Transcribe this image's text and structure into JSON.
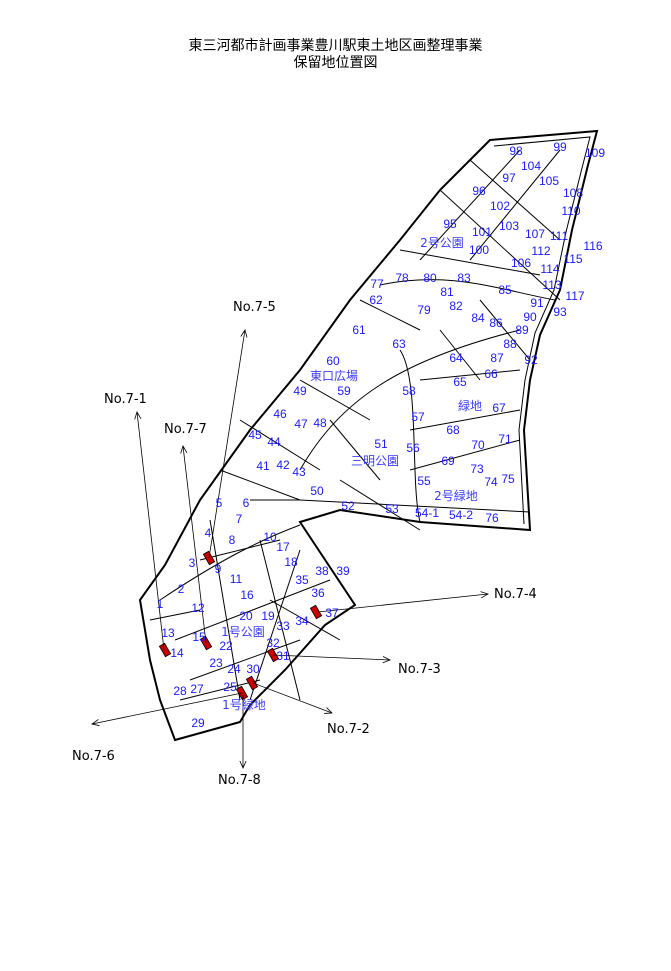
{
  "title": {
    "line1": "東三河都市計画事業豊川駅東土地区画整理事業",
    "line2": "保留地位置図"
  },
  "colors": {
    "block_label": "#1a1aff",
    "reserved_land": "#cc0000",
    "lines": "#000000"
  },
  "block_numbers": [
    "1",
    "2",
    "3",
    "4",
    "5",
    "6",
    "7",
    "8",
    "9",
    "10",
    "11",
    "12",
    "13",
    "14",
    "15",
    "16",
    "17",
    "18",
    "19",
    "20",
    "22",
    "23",
    "24",
    "25",
    "27",
    "28",
    "29",
    "30",
    "31",
    "32",
    "33",
    "34",
    "35",
    "36",
    "37",
    "38",
    "39",
    "41",
    "42",
    "43",
    "44",
    "45",
    "46",
    "47",
    "48",
    "49",
    "50",
    "51",
    "52",
    "53",
    "54-1",
    "54-2",
    "55",
    "56",
    "57",
    "58",
    "59",
    "60",
    "61",
    "62",
    "63",
    "64",
    "65",
    "66",
    "67",
    "68",
    "69",
    "70",
    "71",
    "73",
    "74",
    "75",
    "76",
    "77",
    "78",
    "79",
    "80",
    "81",
    "82",
    "83",
    "84",
    "85",
    "86",
    "87",
    "88",
    "89",
    "90",
    "91",
    "92",
    "93",
    "95",
    "96",
    "97",
    "98",
    "99",
    "100",
    "101",
    "102",
    "103",
    "104",
    "105",
    "106",
    "107",
    "108",
    "109",
    "110",
    "111",
    "112",
    "113",
    "114",
    "115",
    "116",
    "117"
  ],
  "area_names": [
    "1号公園",
    "1号緑地",
    "2号公園",
    "東口広場",
    "緑地",
    "三明公園",
    "2号緑地"
  ],
  "reserved_land_refs": [
    "No.7-1",
    "No.7-2",
    "No.7-3",
    "No.7-4",
    "No.7-5",
    "No.7-6",
    "No.7-7",
    "No.7-8"
  ]
}
